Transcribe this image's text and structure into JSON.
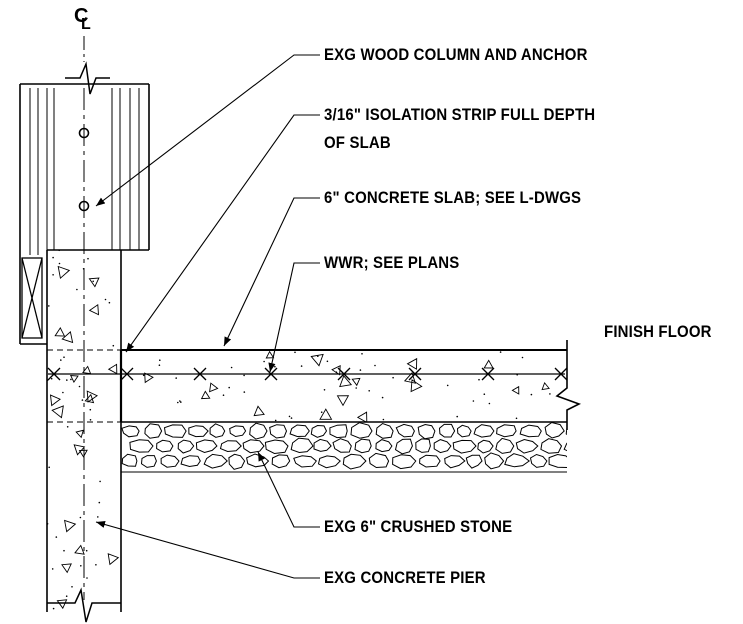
{
  "symbols": {
    "centerline_c": "C",
    "centerline_l": "L"
  },
  "callouts": {
    "wood_column": "EXG WOOD COLUMN AND ANCHOR",
    "isolation_strip_line1": "3/16\" ISOLATION STRIP FULL DEPTH",
    "isolation_strip_line2": "OF SLAB",
    "concrete_slab": "6\" CONCRETE SLAB; SEE L-DWGS",
    "wwr": "WWR; SEE PLANS",
    "finish_floor": "FINISH FLOOR",
    "crushed_stone": "EXG 6\" CRUSHED STONE",
    "concrete_pier": "EXG CONCRETE PIER"
  }
}
